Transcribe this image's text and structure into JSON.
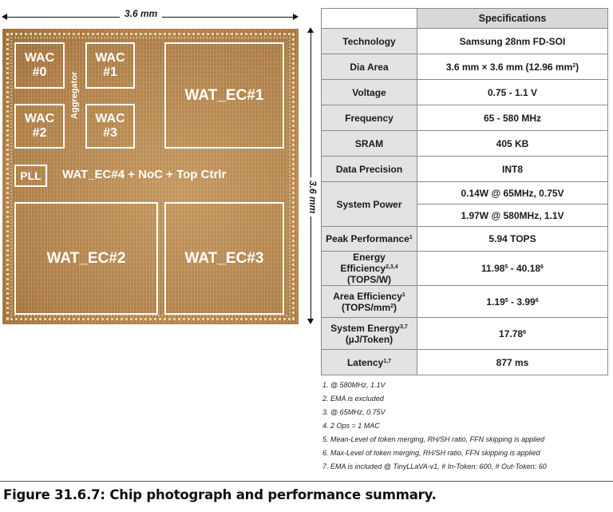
{
  "chip": {
    "width_label": "3.6 mm",
    "height_label": "3.6 mm",
    "blocks": {
      "wac0": "WAC\n#0",
      "wac1": "WAC\n#1",
      "wac2": "WAC\n#2",
      "wac3": "WAC\n#3",
      "aggregator": "Aggregator",
      "wat_ec1": "WAT_EC#1",
      "pll": "PLL",
      "wat_ec4": "WAT_EC#4 + NoC + Top Ctrlr",
      "wat_ec2": "WAT_EC#2",
      "wat_ec3": "WAT_EC#3"
    }
  },
  "table": {
    "header": "Specifications",
    "rows": [
      {
        "key": "Technology",
        "value": "Samsung 28nm FD-SOI"
      },
      {
        "key": "Dia Area",
        "value": "3.6 mm × 3.6 mm (12.96 mm",
        "value_sup": "2",
        "value_tail": ")"
      },
      {
        "key": "Voltage",
        "value": "0.75 - 1.1 V"
      },
      {
        "key": "Frequency",
        "value": "65 - 580 MHz"
      },
      {
        "key": "SRAM",
        "value": "405 KB"
      },
      {
        "key": "Data Precision",
        "value": "INT8"
      },
      {
        "key": "System Power",
        "values": [
          "0.14W @ 65MHz, 0.75V",
          "1.97W @ 580MHz, 1.1V"
        ]
      },
      {
        "key": "Peak Performance",
        "key_sup": "1",
        "value": "5.94 TOPS"
      },
      {
        "key": "Energy Efficiency",
        "key_sup": "2,3,4",
        "key_line2": "(TOPS/W)",
        "value_a": "11.98",
        "sup_a": "5",
        "value_b": " - 40.18",
        "sup_b": "6"
      },
      {
        "key": "Area Efficiency",
        "key_sup": "1",
        "key_line2": "(TOPS/mm",
        "key_line2_sup": "2",
        "key_line2_tail": ")",
        "value_a": "1.19",
        "sup_a": "5",
        "value_b": " - 3.99",
        "sup_b": "6"
      },
      {
        "key": "System Energy",
        "key_sup": "3,7",
        "key_line2": "(µJ/Token)",
        "value_a": "17.78",
        "sup_a": "6"
      },
      {
        "key": "Latency",
        "key_sup": "1,7",
        "value": "877 ms"
      }
    ]
  },
  "notes": [
    "1. @ 580MHz, 1.1V",
    "2. EMA is excluded",
    "3. @ 65MHz, 0.75V",
    "4. 2 Ops = 1 MAC",
    "5. Mean-Level of token merging, RH/SH ratio, FFN skipping is applied",
    "6. Max-Level of token merging, RH/SH ratio, FFN skipping is applied",
    "7. EMA is included @ TinyLLaVA-v1, # In-Token: 600, # Out-Token: 60"
  ],
  "caption": "Figure 31.6.7: Chip photograph and performance summary."
}
